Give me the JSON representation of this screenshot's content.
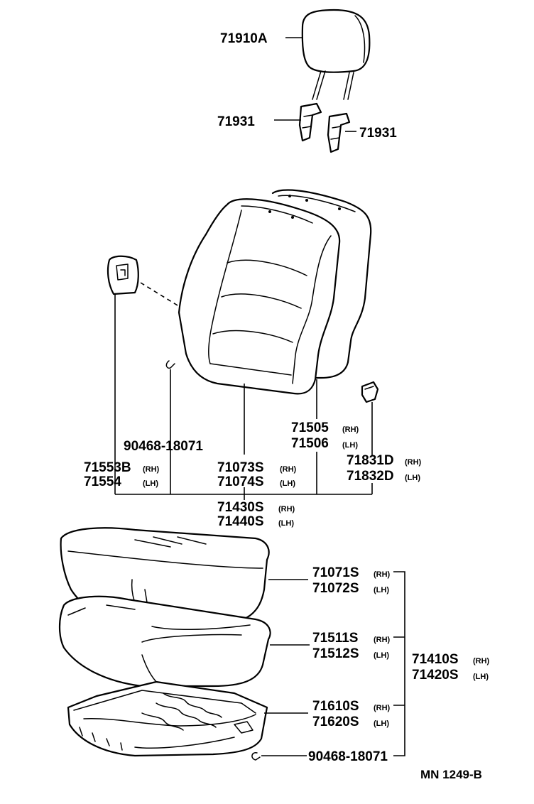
{
  "labels": {
    "headrest": "71910A",
    "guide_left": "71931",
    "guide_right": "71931",
    "hinge_cover_1": "71553B",
    "hinge_cover_1_side": "(RH)",
    "hinge_cover_2": "71554",
    "hinge_cover_2_side": "(LH)",
    "clip_back": "90468-18071",
    "back_cover_1": "71073S",
    "back_cover_1_side": "(RH)",
    "back_cover_2": "71074S",
    "back_cover_2_side": "(LH)",
    "back_pad_1": "71505",
    "back_pad_1_side": "(RH)",
    "back_pad_2": "71506",
    "back_pad_2_side": "(LH)",
    "knob_1": "71831D",
    "knob_1_side": "(RH)",
    "knob_2": "71832D",
    "knob_2_side": "(LH)",
    "back_assy_1": "71430S",
    "back_assy_1_side": "(RH)",
    "back_assy_2": "71440S",
    "back_assy_2_side": "(LH)",
    "cushion_cover_1": "71071S",
    "cushion_cover_1_side": "(RH)",
    "cushion_cover_2": "71072S",
    "cushion_cover_2_side": "(LH)",
    "cushion_pad_1": "71511S",
    "cushion_pad_1_side": "(RH)",
    "cushion_pad_2": "71512S",
    "cushion_pad_2_side": "(LH)",
    "cushion_assy_1": "71410S",
    "cushion_assy_1_side": "(RH)",
    "cushion_assy_2": "71420S",
    "cushion_assy_2_side": "(LH)",
    "spring_1": "71610S",
    "spring_1_side": "(RH)",
    "spring_2": "71620S",
    "spring_2_side": "(LH)",
    "clip_cushion": "90468-18071",
    "diagram_ref": "MN 1249-B"
  }
}
